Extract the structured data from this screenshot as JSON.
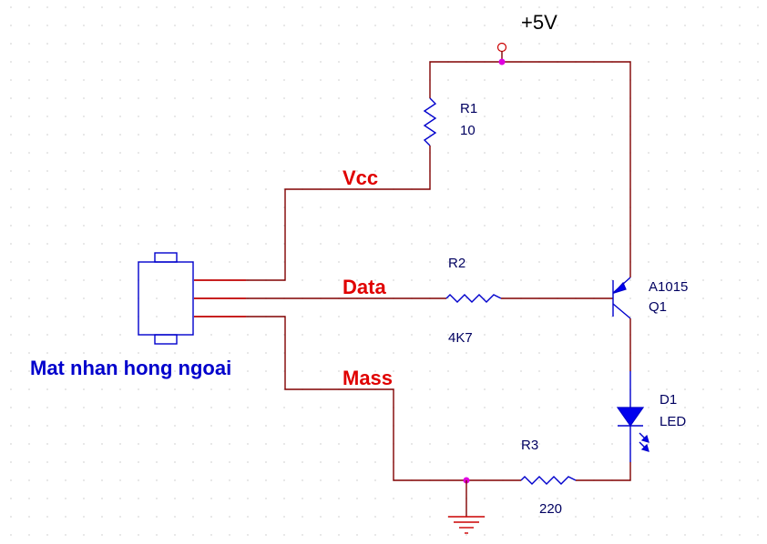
{
  "diagram": {
    "type": "circuit-schematic",
    "colors": {
      "wire": "#800000",
      "component": "#0000cc",
      "net_label": "#e00000",
      "title": "#0000cc",
      "junction": "#e000e0",
      "grid": "#d8d8d8"
    },
    "supply": {
      "label": "+5V"
    },
    "sensor": {
      "label": "Mat nhan hong ngoai"
    },
    "nets": {
      "vcc": "Vcc",
      "data": "Data",
      "mass": "Mass"
    },
    "components": {
      "r1": {
        "ref": "R1",
        "value": "10"
      },
      "r2": {
        "ref": "R2",
        "value": "4K7"
      },
      "r3": {
        "ref": "R3",
        "value": "220"
      },
      "q1": {
        "ref": "Q1",
        "value": "A1015"
      },
      "d1": {
        "ref": "D1",
        "value": "LED"
      }
    }
  }
}
